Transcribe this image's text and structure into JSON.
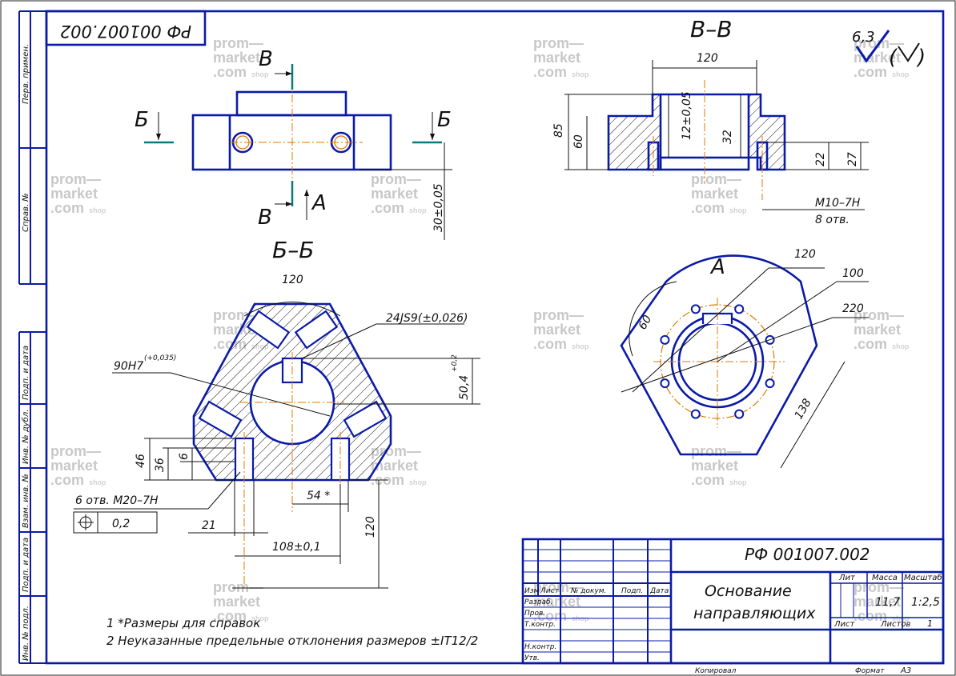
{
  "title_block": {
    "designation": "РФ 001007.002",
    "designation_mirrored": "РФ 001007.002",
    "name_line1": "Основание",
    "name_line2": "направляющих",
    "lit_header": "Лит",
    "mass_header": "Масса",
    "scale_header": "Масштаб",
    "mass": "11,7",
    "scale": "1:2,5",
    "sheet_label": "Лист",
    "sheets_label": "Листов",
    "sheets_count": "1",
    "col_izm": "Изм",
    "col_list": "Лист",
    "col_doc": "№ докум.",
    "col_sign": "Подп.",
    "col_date": "Дата",
    "role_razrab": "Разраб.",
    "role_prov": "Пров.",
    "role_tkontr": "Т.контр.",
    "role_nkontr": "Н.контр.",
    "role_utv": "Утв.",
    "copied": "Копировал",
    "format_label": "Формат",
    "format_value": "А3"
  },
  "side_stamp": {
    "perv_primen": "Перв. примен.",
    "sprav_no": "Справ. №",
    "podp_data_1": "Подп. и дата",
    "inv_dubl": "Инв. № дубл.",
    "vzam_inv": "Взам. инв. №",
    "podp_data_2": "Подп. и дата",
    "inv_podl": "Инв. № подл."
  },
  "views": {
    "section_vv": "В–В",
    "section_bb": "Б–Б",
    "view_a": "А",
    "mark_v": "В",
    "mark_b": "Б",
    "mark_a": "А"
  },
  "roughness": {
    "value": "6,3"
  },
  "dimensions": {
    "top_30": "30±0,05",
    "vv_120": "120",
    "vv_85": "85",
    "vv_60": "60",
    "vv_12": "12±0,05",
    "vv_32": "32",
    "vv_22": "22",
    "vv_27": "27",
    "vv_thread": "M10–7H",
    "vv_holes": "8 отв.",
    "bb_120": "120",
    "bb_slot": "24JS9(±0,026)",
    "bb_bore": "90H7",
    "bb_bore_tol": "(+0,035)",
    "bb_504": "50,4",
    "bb_504_tol": "+0,2",
    "bb_46": "46",
    "bb_36": "36",
    "bb_6": "6",
    "bb_holes": "6 отв. М20–7H",
    "bb_pos_tol": "0,2",
    "bb_21": "21",
    "bb_54": "54 *",
    "bb_108": "108±0,1",
    "bb_120v": "120",
    "a_120": "120",
    "a_100": "100",
    "a_220": "220",
    "a_60": "60",
    "a_138": "138"
  },
  "notes": {
    "note1": "1  *Размеры для справок",
    "note2": "2  Неуказанные предельные отклонения размеров ±IT12/2"
  },
  "watermark": {
    "line1": "prom—",
    "line2": "market",
    "line3": ".com",
    "shop": "shop"
  },
  "colors": {
    "outline": "#0a1aa8",
    "axis": "#e07a00",
    "cut": "#0a7a7a"
  }
}
